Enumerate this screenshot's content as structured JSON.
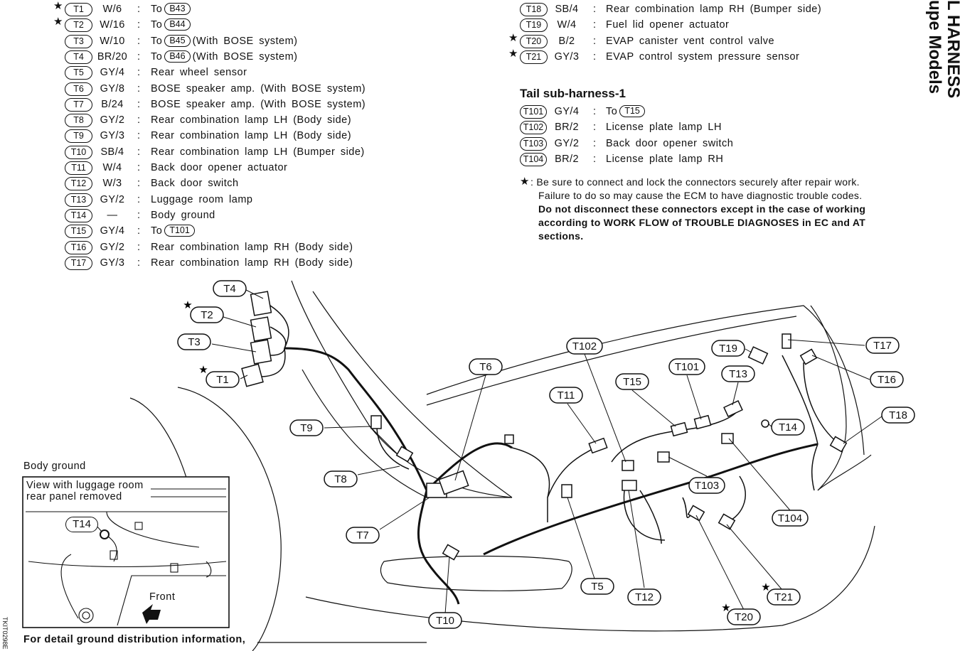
{
  "side_title_line1": "L HARNESS",
  "side_title_line2": "upe Models",
  "doc_code": "TKIT0298E",
  "star_symbol": "★",
  "colon": ":",
  "left_list": [
    {
      "id": "T1",
      "wire": "W/6",
      "pre": "To",
      "ref": "B43",
      "post": "",
      "star": true
    },
    {
      "id": "T2",
      "wire": "W/16",
      "pre": "To",
      "ref": "B44",
      "post": "",
      "star": true
    },
    {
      "id": "T3",
      "wire": "W/10",
      "pre": "To",
      "ref": "B45",
      "post": "(With BOSE system)",
      "star": false
    },
    {
      "id": "T4",
      "wire": "BR/20",
      "pre": "To",
      "ref": "B46",
      "post": "(With BOSE system)",
      "star": false
    },
    {
      "id": "T5",
      "wire": "GY/4",
      "pre": "Rear wheel sensor",
      "ref": "",
      "post": "",
      "star": false
    },
    {
      "id": "T6",
      "wire": "GY/8",
      "pre": "BOSE speaker amp. (With BOSE system)",
      "ref": "",
      "post": "",
      "star": false
    },
    {
      "id": "T7",
      "wire": "B/24",
      "pre": "BOSE speaker amp. (With BOSE system)",
      "ref": "",
      "post": "",
      "star": false
    },
    {
      "id": "T8",
      "wire": "GY/2",
      "pre": "Rear combination lamp LH (Body side)",
      "ref": "",
      "post": "",
      "star": false
    },
    {
      "id": "T9",
      "wire": "GY/3",
      "pre": "Rear combination lamp LH (Body side)",
      "ref": "",
      "post": "",
      "star": false
    },
    {
      "id": "T10",
      "wire": "SB/4",
      "pre": "Rear combination lamp LH (Bumper side)",
      "ref": "",
      "post": "",
      "star": false
    },
    {
      "id": "T11",
      "wire": "W/4",
      "pre": "Back door opener actuator",
      "ref": "",
      "post": "",
      "star": false
    },
    {
      "id": "T12",
      "wire": "W/3",
      "pre": "Back door switch",
      "ref": "",
      "post": "",
      "star": false
    },
    {
      "id": "T13",
      "wire": "GY/2",
      "pre": "Luggage room lamp",
      "ref": "",
      "post": "",
      "star": false
    },
    {
      "id": "T14",
      "wire": "—",
      "pre": "Body ground",
      "ref": "",
      "post": "",
      "star": false
    },
    {
      "id": "T15",
      "wire": "GY/4",
      "pre": "To",
      "ref": "T101",
      "post": "",
      "star": false
    },
    {
      "id": "T16",
      "wire": "GY/2",
      "pre": "Rear combination lamp RH (Body side)",
      "ref": "",
      "post": "",
      "star": false
    },
    {
      "id": "T17",
      "wire": "GY/3",
      "pre": "Rear combination lamp RH (Body side)",
      "ref": "",
      "post": "",
      "star": false
    }
  ],
  "right_list": [
    {
      "id": "T18",
      "wire": "SB/4",
      "pre": "Rear combination lamp RH (Bumper side)",
      "ref": "",
      "post": "",
      "star": false
    },
    {
      "id": "T19",
      "wire": "W/4",
      "pre": "Fuel lid opener actuator",
      "ref": "",
      "post": "",
      "star": false
    },
    {
      "id": "T20",
      "wire": "B/2",
      "pre": "EVAP canister vent control valve",
      "ref": "",
      "post": "",
      "star": true
    },
    {
      "id": "T21",
      "wire": "GY/3",
      "pre": "EVAP control system pressure sensor",
      "ref": "",
      "post": "",
      "star": true
    }
  ],
  "tail_heading": "Tail sub-harness-1",
  "tail_list": [
    {
      "id": "T101",
      "wire": "GY/4",
      "pre": "To",
      "ref": "T15",
      "post": "",
      "star": false
    },
    {
      "id": "T102",
      "wire": "BR/2",
      "pre": "License plate lamp LH",
      "ref": "",
      "post": "",
      "star": false
    },
    {
      "id": "T103",
      "wire": "GY/2",
      "pre": "Back door opener switch",
      "ref": "",
      "post": "",
      "star": false
    },
    {
      "id": "T104",
      "wire": "BR/2",
      "pre": "License plate lamp RH",
      "ref": "",
      "post": "",
      "star": false
    }
  ],
  "note_line1": ": Be sure to connect and lock the connectors securely after repair work.",
  "note_line2": "Failure to do so may cause the ECM to have diagnostic trouble codes.",
  "note_bold1": "Do not disconnect these connectors except in the case of working",
  "note_bold2": "according to WORK FLOW of TROUBLE DIAGNOSES in EC and AT",
  "note_bold3": "sections.",
  "body_ground_label": "Body ground",
  "inset_view_line1": "View with luggage room",
  "inset_view_line2": "rear panel removed",
  "inset_front": "Front",
  "inset_callout": "T14",
  "bottom_note": "For detail ground distribution information,",
  "callouts": [
    {
      "id": "T4",
      "star": false
    },
    {
      "id": "T2",
      "star": true
    },
    {
      "id": "T3",
      "star": false
    },
    {
      "id": "T1",
      "star": true
    },
    {
      "id": "T9",
      "star": false
    },
    {
      "id": "T8",
      "star": false
    },
    {
      "id": "T7",
      "star": false
    },
    {
      "id": "T10",
      "star": false
    },
    {
      "id": "T6",
      "star": false
    },
    {
      "id": "T11",
      "star": false
    },
    {
      "id": "T5",
      "star": false
    },
    {
      "id": "T102",
      "star": false
    },
    {
      "id": "T15",
      "star": false
    },
    {
      "id": "T12",
      "star": false
    },
    {
      "id": "T101",
      "star": false
    },
    {
      "id": "T13",
      "star": false
    },
    {
      "id": "T19",
      "star": false
    },
    {
      "id": "T103",
      "star": false
    },
    {
      "id": "T14",
      "star": false
    },
    {
      "id": "T104",
      "star": false
    },
    {
      "id": "T17",
      "star": false
    },
    {
      "id": "T16",
      "star": false
    },
    {
      "id": "T18",
      "star": false
    },
    {
      "id": "T20",
      "star": true
    },
    {
      "id": "T21",
      "star": true
    }
  ]
}
